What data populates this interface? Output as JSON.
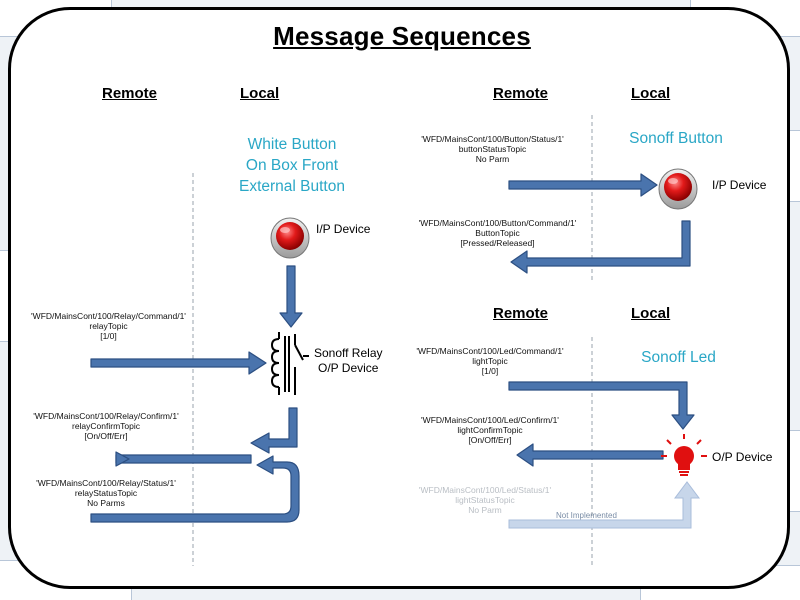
{
  "title": "Message Sequences",
  "left_panel": {
    "remote_label": "Remote",
    "local_label": "Local",
    "input_title": [
      "White Button",
      "On Box Front",
      "External Button"
    ],
    "ip_device_label": "I/P Device",
    "relay_label": [
      "Sonoff Relay",
      "O/P Device"
    ],
    "command_msg": [
      "'WFD/MainsCont/100/Relay/Command/1'",
      "relayTopic",
      "[1/0]"
    ],
    "confirm_msg": [
      "'WFD/MainsCont/100/Relay/Confirm/1'",
      "relayConfirmTopic",
      "[On/Off/Err]"
    ],
    "status_msg": [
      "'WFD/MainsCont/100/Relay/Status/1'",
      "relayStatusTopic",
      "No Parms"
    ]
  },
  "right_top_panel": {
    "remote_label": "Remote",
    "local_label": "Local",
    "device_title": "Sonoff Button",
    "ip_device_label": "I/P Device",
    "status_msg": [
      "'WFD/MainsCont/100/Button/Status/1'",
      "buttonStatusTopic",
      "No Parm"
    ],
    "command_msg": [
      "'WFD/MainsCont/100/Button/Command/1'",
      "ButtonTopic",
      "[Pressed/Released]"
    ]
  },
  "right_bottom_panel": {
    "remote_label": "Remote",
    "local_label": "Local",
    "device_title": "Sonoff Led",
    "op_device_label": "O/P Device",
    "command_msg": [
      "'WFD/MainsCont/100/Led/Command/1'",
      "lightTopic",
      "[1/0]"
    ],
    "confirm_msg": [
      "'WFD/MainsCont/100/Led/Confirm/1'",
      "lightConfirmTopic",
      "[On/Off/Err]"
    ],
    "status_msg": [
      "'WFD/MainsCont/100/Led/Status/1'",
      "lightStatusTopic",
      "No Parm"
    ],
    "not_implemented_label": "Not Implemented"
  },
  "colors": {
    "arrow_fill": "#4a74ad",
    "arrow_stroke": "#2c4f82",
    "arrow_disabled": "#c7d6ea",
    "accent_text": "#2aa7c6",
    "button_red": "#e21a1a",
    "led_red": "#e01010"
  },
  "icons": {
    "button": "red-push-button-icon",
    "relay": "relay-coil-icon",
    "led": "light-bulb-icon"
  }
}
